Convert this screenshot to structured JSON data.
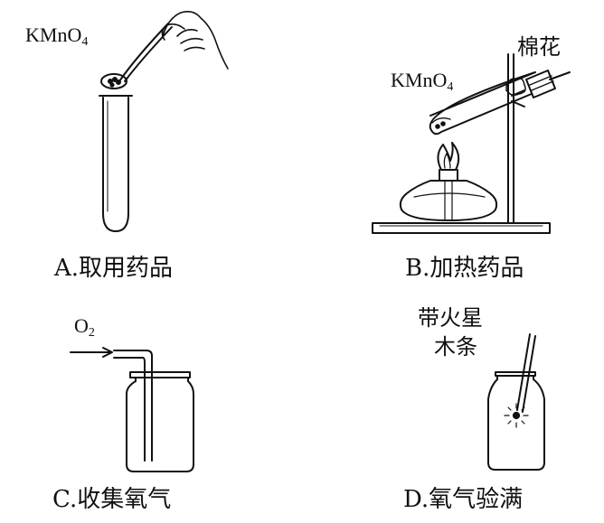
{
  "panels": {
    "a": {
      "caption": "A.取用药品",
      "reagent": {
        "main": "KMnO",
        "sub": "4"
      }
    },
    "b": {
      "caption": "B.加热药品",
      "reagent": {
        "main": "KMnO",
        "sub": "4"
      },
      "cotton": "棉花"
    },
    "c": {
      "caption": "C.收集氧气",
      "gas": {
        "main": "O",
        "sub": "2"
      }
    },
    "d": {
      "caption": "D.氧气验满",
      "splint_line1": "带火星",
      "splint_line2": "木条"
    }
  }
}
